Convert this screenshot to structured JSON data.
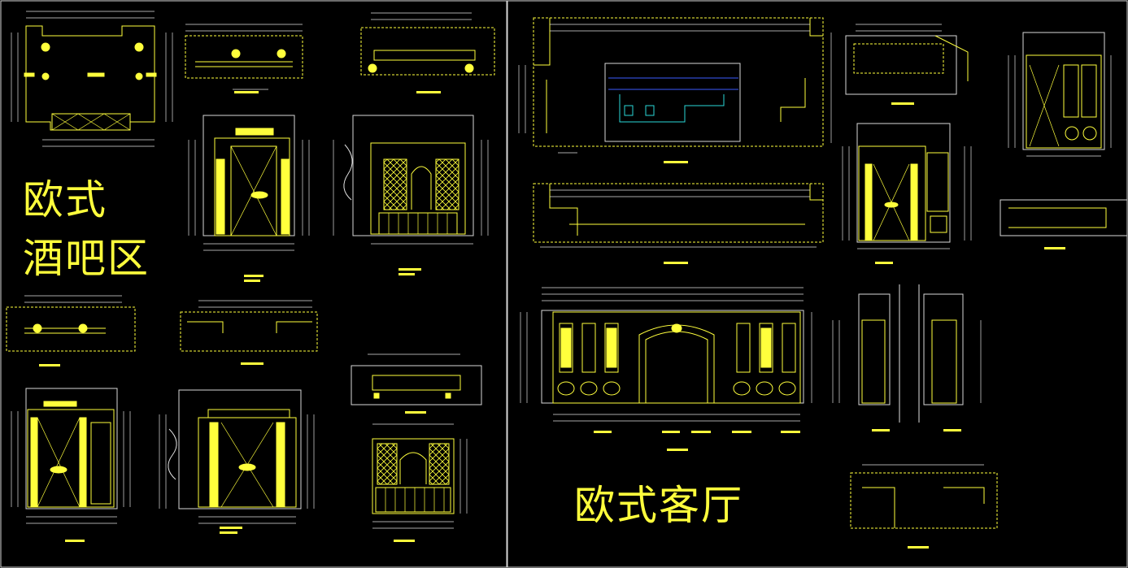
{
  "labels": {
    "bar_line1": "欧式",
    "bar_line2": "酒吧区",
    "living_room": "欧式客厅"
  },
  "colors": {
    "background": "#000000",
    "line": "#ffff3c",
    "frame": "#d8d8d8",
    "dimension": "#e0e0e0",
    "hatch_blue": "#3b5bff",
    "hatch_cyan": "#2ad7d7"
  }
}
